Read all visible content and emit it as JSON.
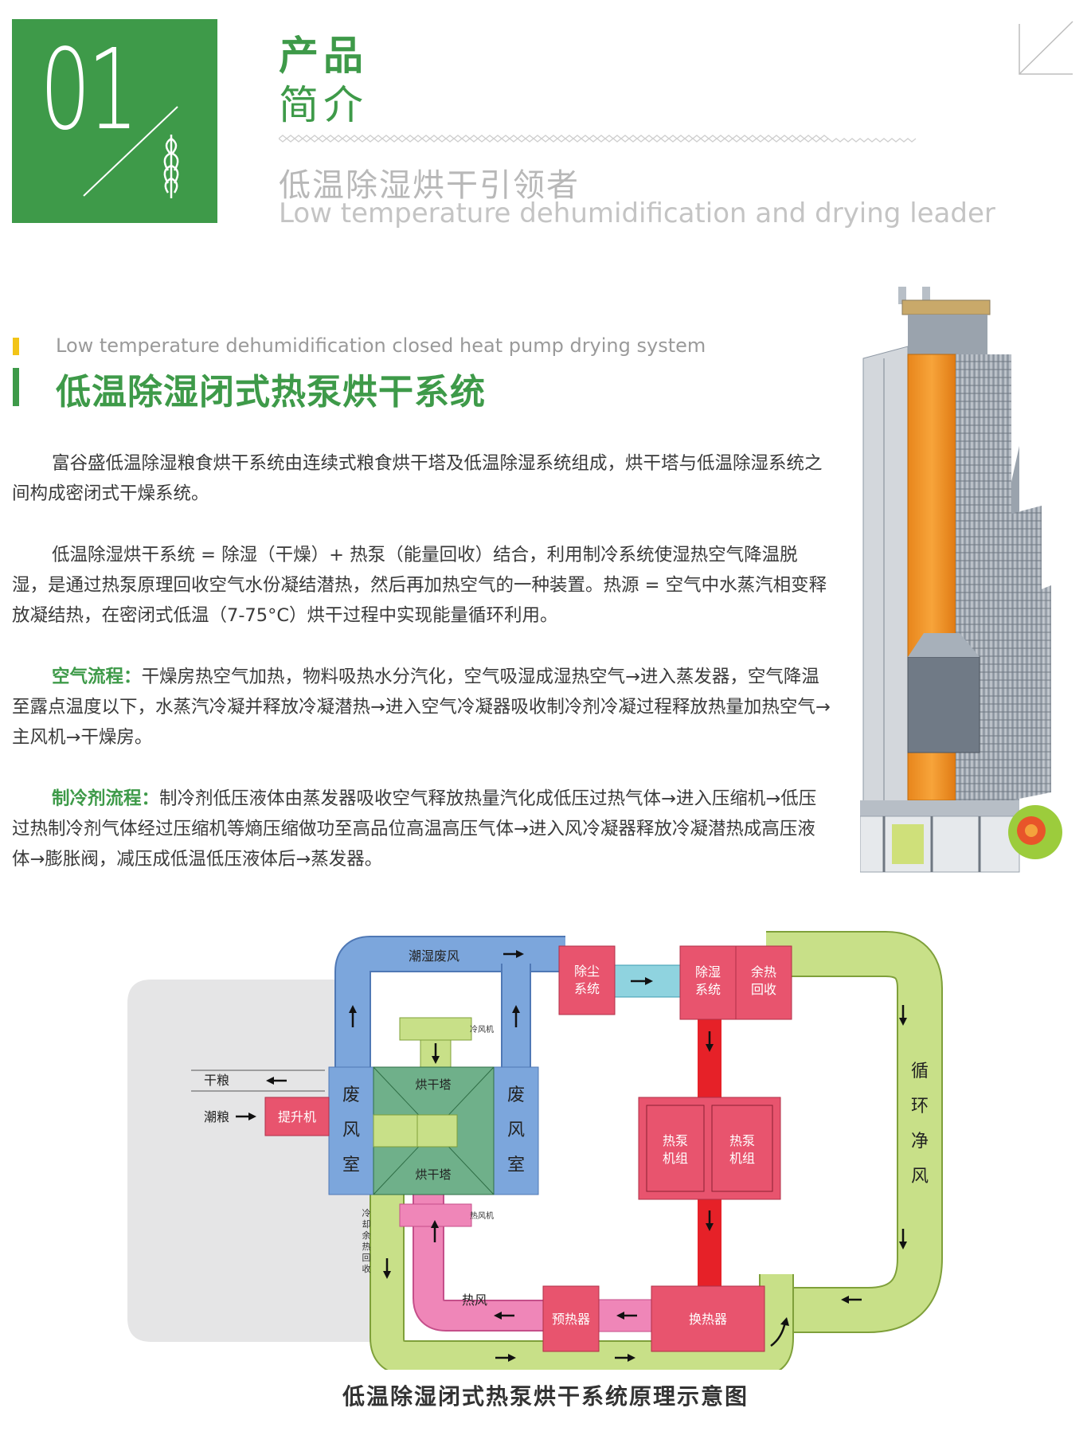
{
  "header": {
    "chapter_number": "01",
    "chapter_title_line1": "产品",
    "chapter_title_line2": "简介",
    "tagline_cn": "低温除湿烘干引领者",
    "tagline_en": "Low temperature dehumidification and drying leader"
  },
  "section": {
    "subtitle_en": "Low temperature dehumidification closed heat pump drying system",
    "title_cn": "低温除湿闭式热泵烘干系统"
  },
  "paragraphs": {
    "p1": "富谷盛低温除湿粮食烘干系统由连续式粮食烘干塔及低温除湿系统组成，烘干塔与低温除湿系统之间构成密闭式干燥系统。",
    "p2": "低温除湿烘干系统 = 除湿（干燥）+ 热泵（能量回收）结合，利用制冷系统使湿热空气降温脱湿，是通过热泵原理回收空气水份凝结潜热，然后再加热空气的一种装置。热源 = 空气中水蒸汽相变释放凝结热，在密闭式低温（7-75°C）烘干过程中实现能量循环利用。",
    "p3_label": "空气流程：",
    "p3": "干燥房热空气加热，物料吸热水分汽化，空气吸湿成湿热空气→进入蒸发器，空气降温至露点温度以下，水蒸汽冷凝并释放冷凝潜热→进入空气冷凝器吸收制冷剂冷凝过程释放热量加热空气→主风机→干燥房。",
    "p4_label": "制冷剂流程：",
    "p4": "制冷剂低压液体由蒸发器吸收空气释放热量汽化成低压过热气体→进入压缩机→低压过热制冷剂气体经过压缩机等熵压缩做功至高品位高温高压气体→进入风冷凝器释放冷凝潜热成高压液体→膨胀阀，减压成低温低压液体后→蒸发器。"
  },
  "diagram": {
    "humid_exhaust": "潮湿废风",
    "dust_removal_1": "除尘",
    "dust_removal_2": "系统",
    "dehumid_1": "除湿",
    "dehumid_2": "系统",
    "waste_heat_1": "余热",
    "waste_heat_2": "回收",
    "cold_fan": "冷风机",
    "dry_grain": "干粮",
    "wet_grain": "潮粮",
    "elevator": "提升机",
    "exhaust_room_left": [
      "废",
      "风",
      "室"
    ],
    "exhaust_room_right": [
      "废",
      "风",
      "室"
    ],
    "dryer_tower_top": "烘干塔",
    "dryer_tower_bottom": "烘干塔",
    "heat_pump_a_1": "热泵",
    "heat_pump_a_2": "机组",
    "heat_pump_b_1": "热泵",
    "heat_pump_b_2": "机组",
    "hot_fan": "热风机",
    "hot_air": "热风",
    "preheater": "预热器",
    "heat_exchanger": "换热器",
    "cooling_recovery": [
      "冷",
      "却",
      "余",
      "热",
      "回",
      "收"
    ],
    "recirculation": [
      "循",
      "环",
      "净",
      "风"
    ],
    "caption": "低温除湿闭式热泵烘干系统原理示意图"
  },
  "colors": {
    "brand_green": "#3e9a49",
    "accent_yellow": "#f2c417",
    "duct_blue": "#7ca6dc",
    "duct_cyan": "#8fd3df",
    "duct_lime": "#c8e088",
    "unit_pink": "#e8546e",
    "hot_pink": "#ef86b8",
    "tower_green": "#6fb08a",
    "refrigerant_red": "#e62128"
  }
}
